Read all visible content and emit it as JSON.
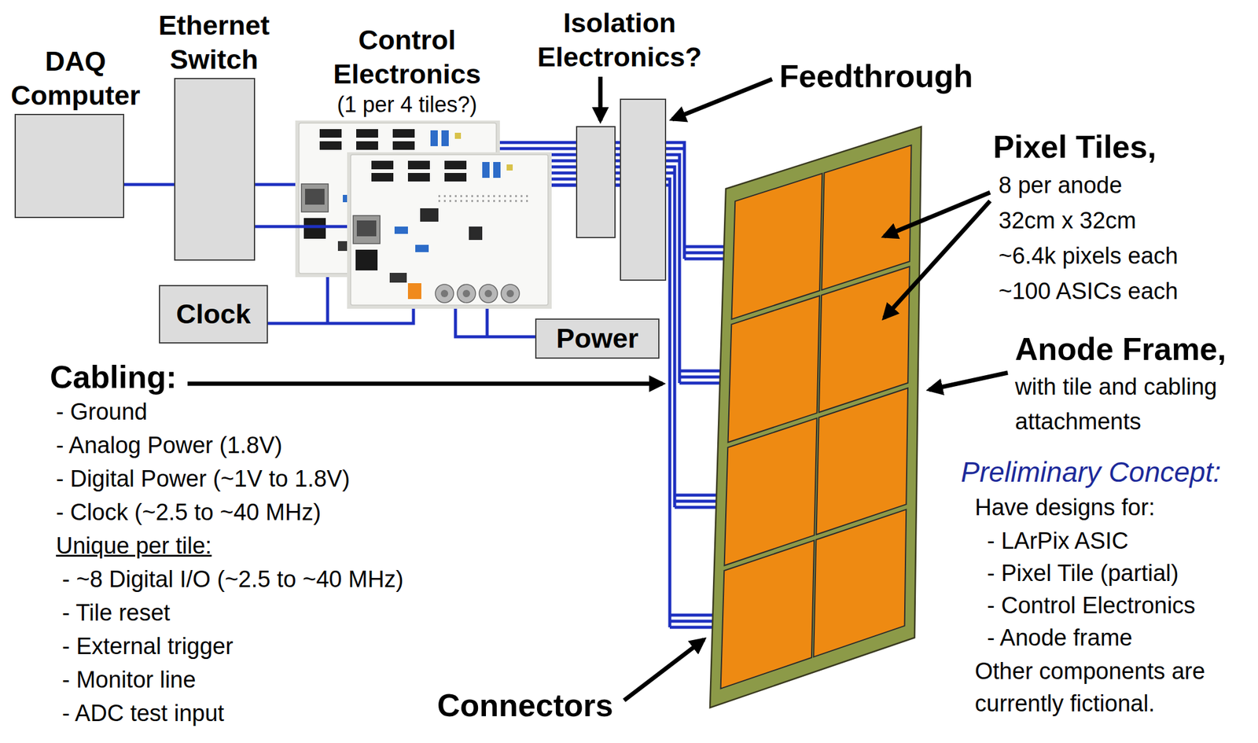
{
  "diagram": {
    "nodes": [
      {
        "text": [
          "DAQ Computer"
        ]
      },
      {
        "text": [
          "Ethernet Switch"
        ]
      },
      {
        "text": [
          "Control Electronics",
          "(1 per 4 tiles?)"
        ]
      },
      {
        "text": [
          "Isolation Electronics?"
        ]
      },
      {
        "text": [
          "Feedthrough"
        ]
      },
      {
        "text": [
          "Clock"
        ]
      },
      {
        "text": [
          "Power"
        ]
      }
    ],
    "edges": [
      {
        "from": 0,
        "to": 1,
        "arrow": "none"
      },
      {
        "from": 1,
        "to": 2,
        "arrow": "none"
      },
      {
        "from": 5,
        "to": 2,
        "arrow": "none"
      },
      {
        "from": 6,
        "to": 2,
        "arrow": "none"
      },
      {
        "from": 2,
        "to": 3,
        "arrow": "none"
      },
      {
        "from": 3,
        "to": 4,
        "arrow": "none"
      }
    ],
    "labels": [
      "Pixel Tiles,",
      "8 per anode",
      "32cm x 32cm",
      "~6.4k pixels each",
      "~100 ASICs each",
      "Anode Frame,",
      "with tile and cabling attachments",
      "Cabling:",
      "- Ground",
      "- Analog Power (1.8V)",
      "- Digital Power (~1V to 1.8V)",
      "- Clock (~2.5 to ~40 MHz)",
      "Unique per tile:",
      "- ~8 Digital I/O (~2.5 to ~40 MHz)",
      "- Tile reset",
      "- External trigger",
      "- Monitor line",
      "- ADC test input",
      "Connectors",
      "Preliminary Concept:",
      "Have designs for:",
      "- LArPix ASIC",
      "- Pixel Tile (partial)",
      "- Control Electronics",
      "- Anode frame",
      "Other components are currently fictional."
    ]
  }
}
